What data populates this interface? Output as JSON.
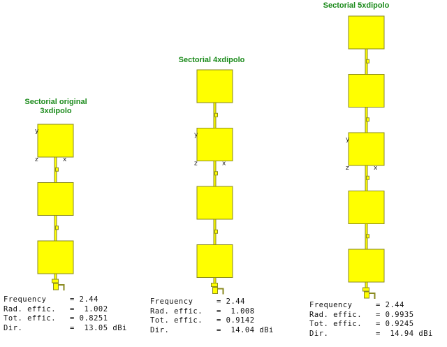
{
  "colors": {
    "patch": "#ffff00",
    "outline": "#8a8a20",
    "title": "#1a8a1a"
  },
  "antennas": [
    {
      "title_line1": "Sectorial original",
      "title_line2": "3xdipolo",
      "patches": 3,
      "results": [
        {
          "label": "Frequency",
          "value": "= 2.44"
        },
        {
          "label": "Rad. effic.",
          "value": "=  1.002"
        },
        {
          "label": "Tot. effic.",
          "value": "= 0.8251"
        },
        {
          "label": "Dir.",
          "value": "=  13.05 dBi"
        }
      ]
    },
    {
      "title_line1": "Sectorial 4xdipolo",
      "title_line2": "",
      "patches": 4,
      "results": [
        {
          "label": "Frequency",
          "value": "= 2.44"
        },
        {
          "label": "Rad. effic.",
          "value": "=  1.008"
        },
        {
          "label": "Tot. effic.",
          "value": "= 0.9142"
        },
        {
          "label": "Dir.",
          "value": "=  14.04 dBi"
        }
      ]
    },
    {
      "title_line1": "Sectorial 5xdipolo",
      "title_line2": "",
      "patches": 5,
      "results": [
        {
          "label": "Frequency",
          "value": "= 2.44"
        },
        {
          "label": "Rad. effic.",
          "value": "= 0.9935"
        },
        {
          "label": "Tot. effic.",
          "value": "= 0.9245"
        },
        {
          "label": "Dir.",
          "value": "=  14.94 dBi"
        }
      ]
    }
  ],
  "axis_labels": {
    "x": "x",
    "y": "y",
    "z": "z"
  }
}
